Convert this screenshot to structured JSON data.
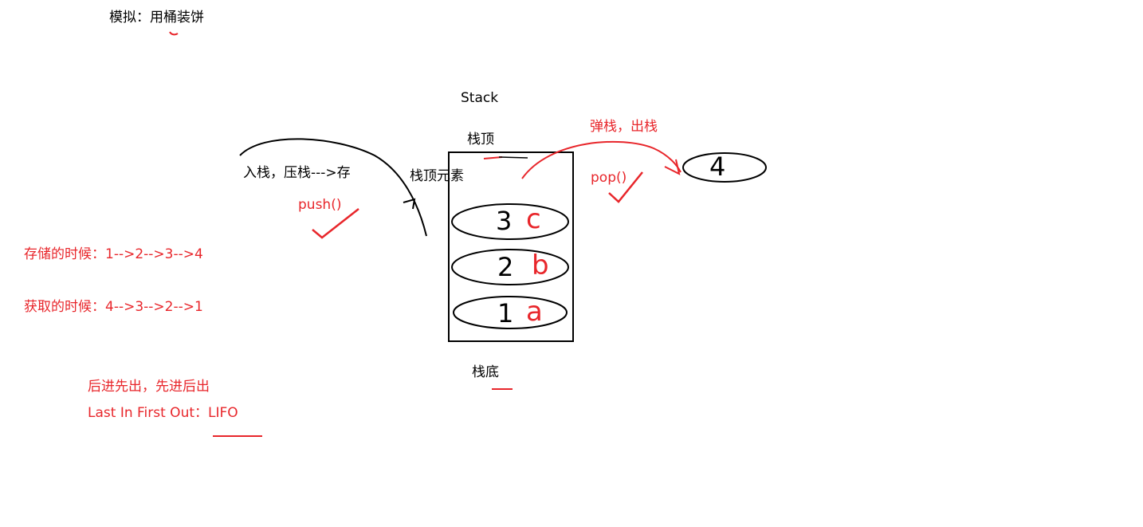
{
  "title": "模拟：用桶装饼",
  "stack_label": "Stack",
  "top_label": "栈顶",
  "top_element_label": "栈顶元素",
  "bottom_label": "栈底",
  "push": {
    "label": "入栈，压栈--->存",
    "method": "push()"
  },
  "pop": {
    "label": "弹栈，出栈",
    "method": "pop()"
  },
  "store_order": "存储的时候：1-->2-->3-->4",
  "fetch_order": "获取的时候：4-->3-->2-->1",
  "rule_cn": "后进先出，先进后出",
  "rule_en": "Last In First Out：LIFO",
  "stack_items": [
    {
      "number": "3",
      "letter": "c"
    },
    {
      "number": "2",
      "letter": "b"
    },
    {
      "number": "1",
      "letter": "a"
    }
  ],
  "popped_item": {
    "number": "4"
  },
  "colors": {
    "ink": "#000000",
    "annotation": "#e8262b"
  }
}
